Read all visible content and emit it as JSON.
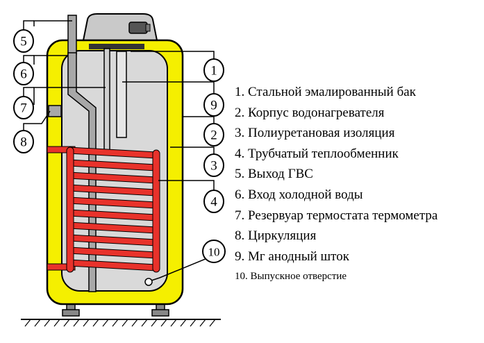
{
  "callouts": [
    "5",
    "6",
    "7",
    "8",
    "1",
    "9",
    "2",
    "3",
    "4",
    "10"
  ],
  "legend": [
    "1. Стальной эмалированный бак",
    "2. Корпус водонагревателя",
    "3. Полиуретановая изоляция",
    "4. Трубчатый теплообменник",
    "5. Выход ГВС",
    "6. Вход холодной воды",
    "7. Резервуар термостата термометра",
    "8. Циркуляция",
    "9. Mг анодный шток",
    "10. Выпускное отверстие"
  ],
  "colors": {
    "insulation": "#f5ef00",
    "tank": "#d9d9d9",
    "coil": "#e8322b",
    "outline": "#000000",
    "pipe": "#a8a8a8"
  }
}
